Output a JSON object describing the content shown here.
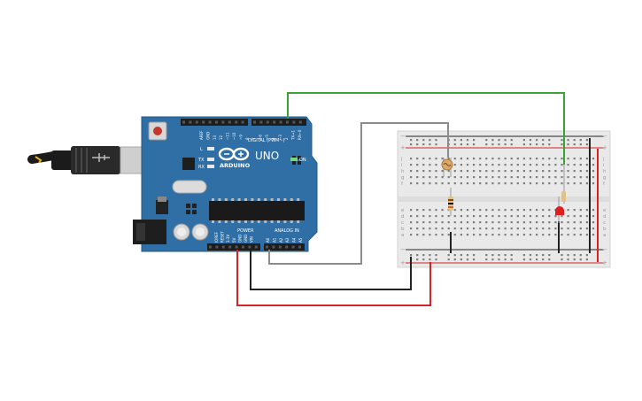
{
  "arduino": {
    "logo_text": "ARDUINO",
    "model": "UNO",
    "on_label": "ON",
    "tx_label": "TX",
    "rx_label": "RX",
    "l_label": "L",
    "digital_label": "DIGITAL (PWM~)",
    "power_label": "POWER",
    "analog_label": "ANALOG IN",
    "top_pins": [
      "AREF",
      "GND",
      "13",
      "12",
      "~11",
      "~10",
      "~9",
      "8",
      "7",
      "~6",
      "~5",
      "4",
      "~3",
      "2",
      "TX→1",
      "RX←0"
    ],
    "power_pins": [
      "IOREF",
      "RESET",
      "3.3V",
      "5V",
      "GND",
      "GND",
      "VIN"
    ],
    "analog_pins": [
      "A0",
      "A1",
      "A2",
      "A3",
      "A4",
      "A5"
    ]
  },
  "breadboard": {
    "row_letters_top": [
      "j",
      "i",
      "h",
      "g",
      "f"
    ],
    "row_letters_bottom": [
      "e",
      "d",
      "c",
      "b",
      "a"
    ],
    "plus_label": "+",
    "minus_label": "−"
  },
  "colors": {
    "pcb": "#2f6fa5",
    "pcb_edge": "#245a88",
    "breadboard": "#e9e9e9",
    "rail_red": "#d42424",
    "rail_black": "#222222",
    "wire_green": "#3aa335",
    "wire_gray": "#8c8c8c",
    "wire_black": "#222222",
    "wire_red": "#d42424",
    "led": "#e01e1e",
    "usb_metal": "#cfcfcf"
  },
  "icons": [
    "usb-plug-icon",
    "arduino-infinity-logo-icon"
  ]
}
